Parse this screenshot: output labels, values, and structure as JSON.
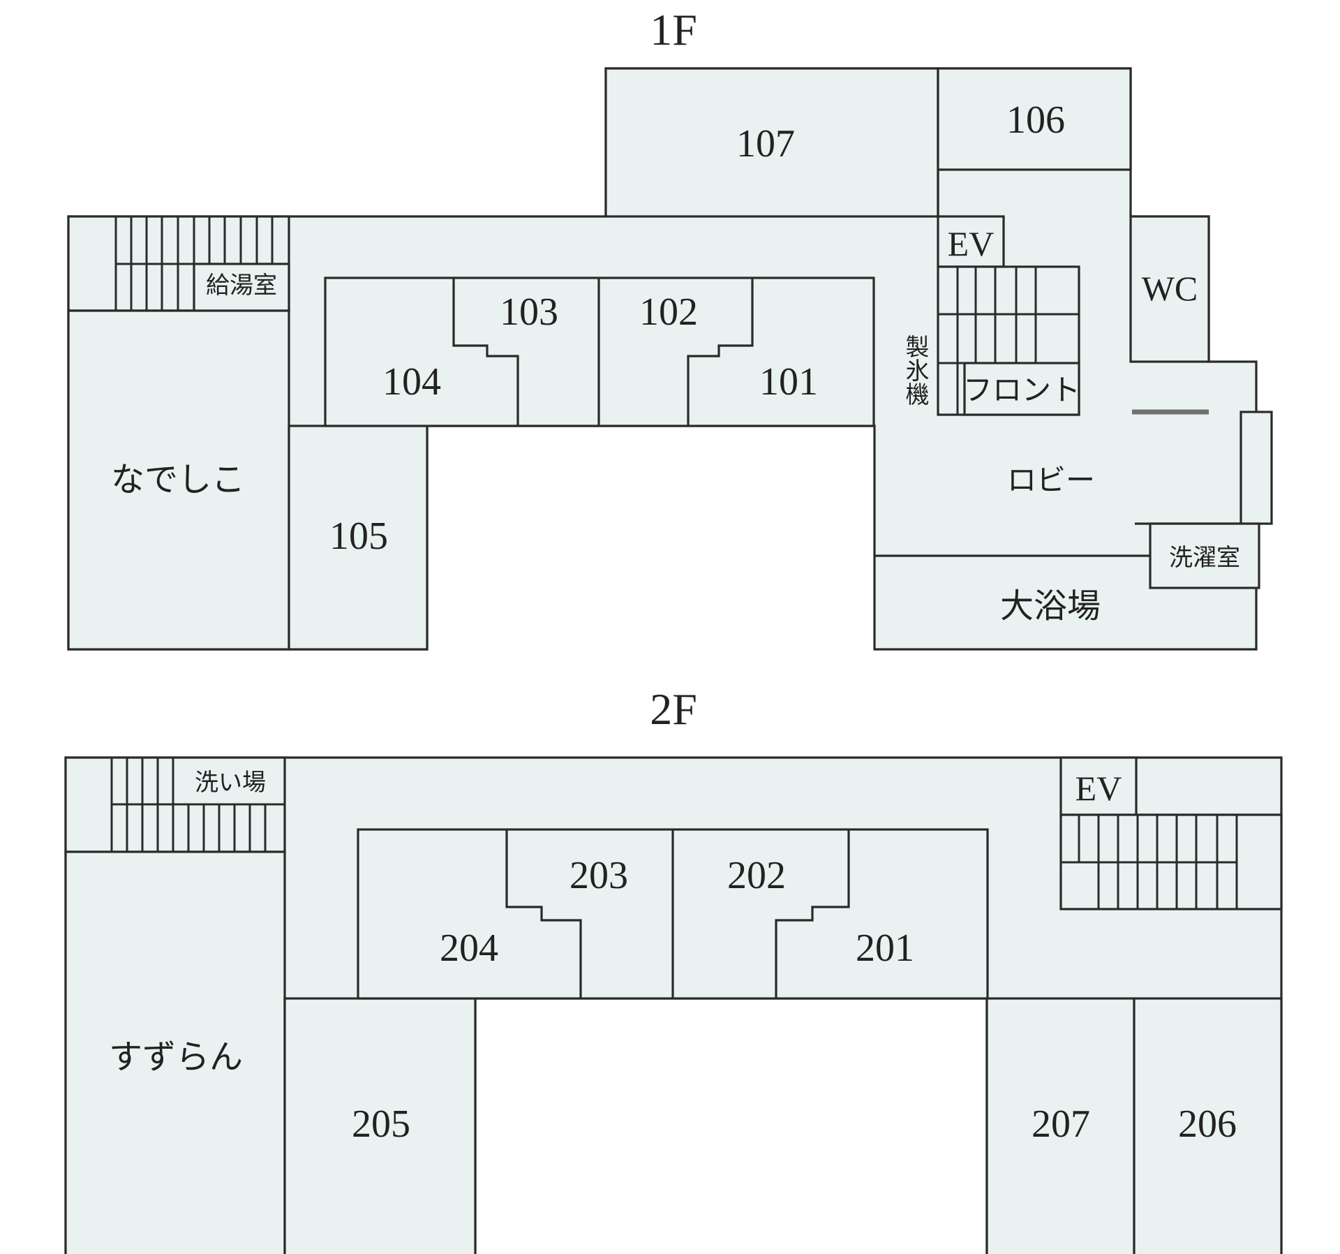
{
  "floors": {
    "f1": {
      "title": "1F",
      "rooms": {
        "r101": "101",
        "r102": "102",
        "r103": "103",
        "r104": "104",
        "r105": "105",
        "r106": "106",
        "r107": "107",
        "nadeshiko": "なでしこ",
        "kitchenette": "給湯室",
        "ev": "EV",
        "wc": "WC",
        "ice": "製氷機",
        "front": "フロント",
        "lobby": "ロビー",
        "laundry": "洗濯室",
        "bath": "大浴場"
      }
    },
    "f2": {
      "title": "2F",
      "rooms": {
        "r201": "201",
        "r202": "202",
        "r203": "203",
        "r204": "204",
        "r205": "205",
        "r206": "206",
        "r207": "207",
        "suzuran": "すずらん",
        "washroom": "洗い場",
        "ev": "EV"
      }
    }
  },
  "colors": {
    "room_fill": "#e9f2f1",
    "wall": "#2a2a2a",
    "accent_bar": "#707070"
  }
}
